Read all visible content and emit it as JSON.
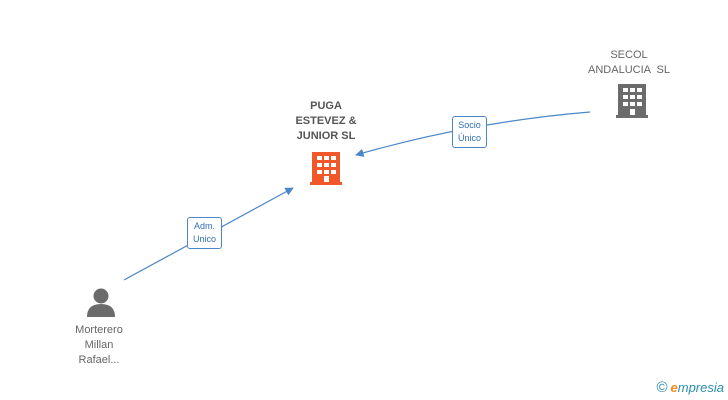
{
  "nodes": {
    "main_company": {
      "lines": [
        "PUGA",
        "ESTEVEZ &",
        "JUNIOR SL"
      ],
      "icon": "building-icon",
      "color": "#f0582a"
    },
    "secol": {
      "lines": [
        "SECOL",
        "ANDALUCIA  SL"
      ],
      "icon": "building-icon",
      "color": "#6b6b6b"
    },
    "person": {
      "lines": [
        "Morterero",
        "Millan",
        "Rafael..."
      ],
      "icon": "person-icon",
      "color": "#6b6b6b"
    }
  },
  "edges": {
    "socio": {
      "lines": [
        "Socio",
        "Único"
      ]
    },
    "adm": {
      "lines": [
        "Adm.",
        "Unico"
      ]
    }
  },
  "colors": {
    "edge": "#4a86c8"
  },
  "brand": {
    "copyright": "©",
    "first_letter": "e",
    "rest": "mpresia"
  }
}
